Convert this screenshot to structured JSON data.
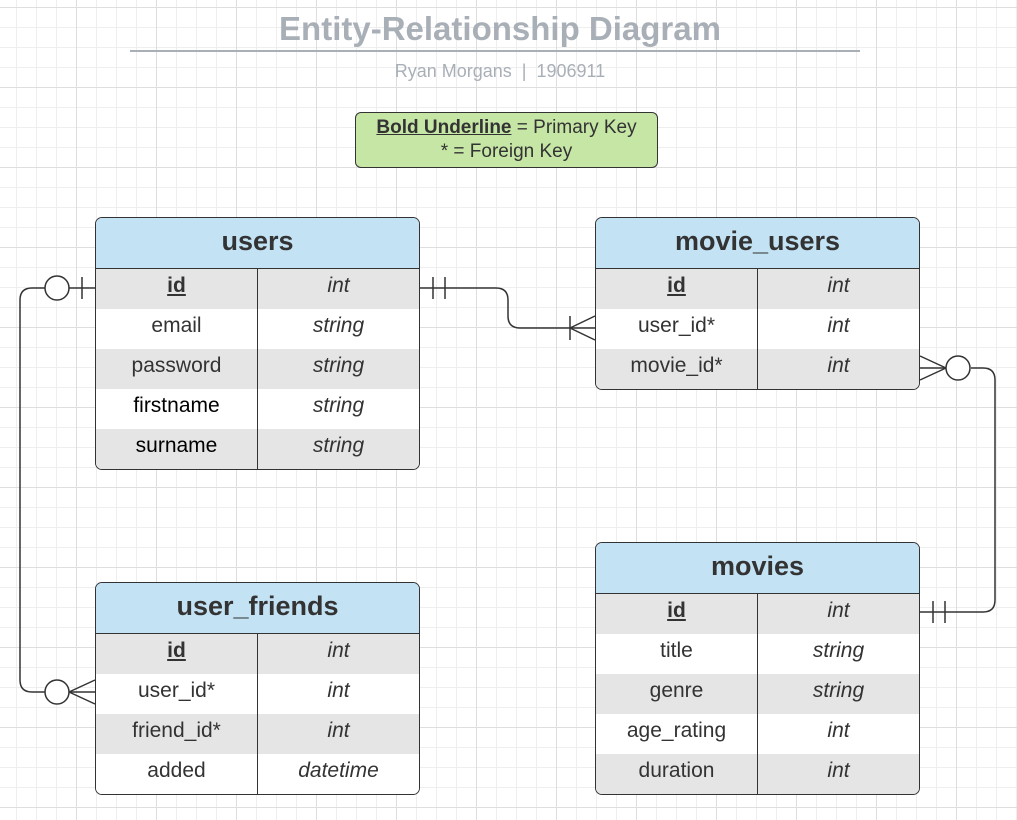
{
  "title": "Entity-Relationship Diagram",
  "subtitle": "Ryan Morgans  |  1906911",
  "legend": {
    "pk_label": "Bold Underline",
    "pk_text": " = Primary Key",
    "fk_text": "* = Foreign Key"
  },
  "entities": {
    "users": {
      "name": "users",
      "rows": [
        {
          "name": "id",
          "type": "int"
        },
        {
          "name": "email",
          "type": "string"
        },
        {
          "name": "password",
          "type": "string"
        },
        {
          "name": "firstname",
          "type": "string"
        },
        {
          "name": "surname",
          "type": "string"
        }
      ]
    },
    "movie_users": {
      "name": "movie_users",
      "rows": [
        {
          "name": "id",
          "type": "int"
        },
        {
          "name": "user_id*",
          "type": "int"
        },
        {
          "name": "movie_id*",
          "type": "int"
        }
      ]
    },
    "user_friends": {
      "name": "user_friends",
      "rows": [
        {
          "name": "id",
          "type": "int"
        },
        {
          "name": "user_id*",
          "type": "int"
        },
        {
          "name": "friend_id*",
          "type": "int"
        },
        {
          "name": "added",
          "type": "datetime"
        }
      ]
    },
    "movies": {
      "name": "movies",
      "rows": [
        {
          "name": "id",
          "type": "int"
        },
        {
          "name": "title",
          "type": "string"
        },
        {
          "name": "genre",
          "type": "string"
        },
        {
          "name": "age_rating",
          "type": "int"
        },
        {
          "name": "duration",
          "type": "int"
        }
      ]
    }
  },
  "colors": {
    "header": "#c3e3f5",
    "legend": "#c6e6a5",
    "stripe": "#e5e5e5",
    "line": "#333333",
    "title": "#a9afb7"
  }
}
